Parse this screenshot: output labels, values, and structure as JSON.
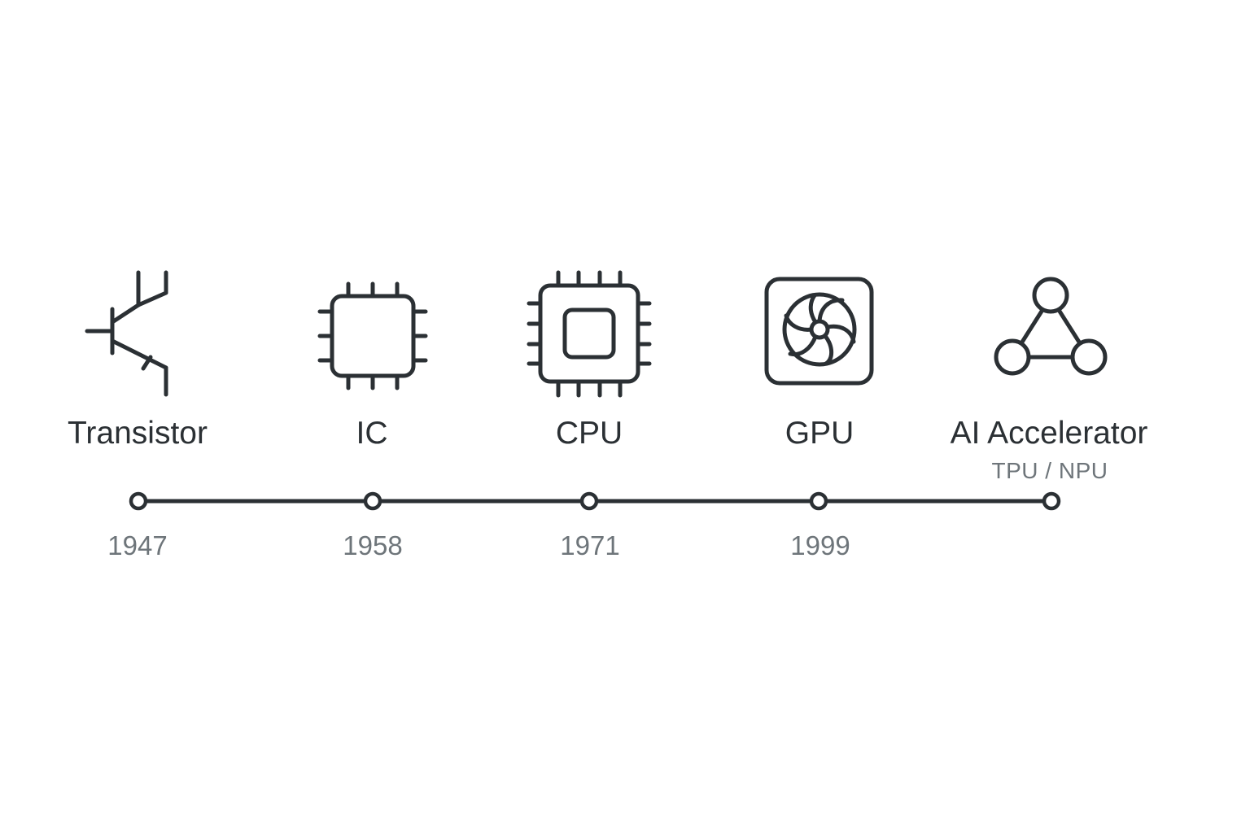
{
  "colors": {
    "stroke": "#2b3034",
    "muted": "#6e757a",
    "background": "#ffffff"
  },
  "milestones": [
    {
      "label": "Transistor",
      "year": "1947",
      "icon": "transistor-icon"
    },
    {
      "label": "IC",
      "year": "1958",
      "icon": "ic-chip-icon"
    },
    {
      "label": "CPU",
      "year": "1971",
      "icon": "cpu-icon"
    },
    {
      "label": "GPU",
      "year": "1999",
      "icon": "gpu-fan-icon"
    },
    {
      "label": "AI Accelerator",
      "sublabel": "TPU / NPU",
      "year": "",
      "icon": "ai-network-icon"
    }
  ]
}
